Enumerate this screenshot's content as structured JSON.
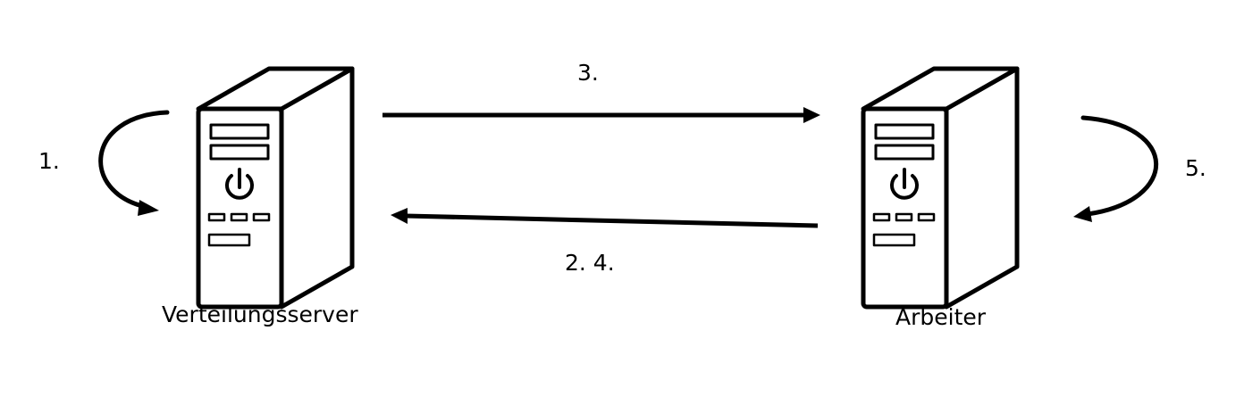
{
  "diagram": {
    "nodes": {
      "server": {
        "label": "Verteilungsserver",
        "icon": "server-tower-icon"
      },
      "worker": {
        "label": "Arbeiter",
        "icon": "server-tower-icon"
      }
    },
    "steps": {
      "step1": "1.",
      "step3": "3.",
      "step24": "2. 4.",
      "step5": "5."
    },
    "edges": [
      {
        "from": "server",
        "to": "server",
        "label": "1."
      },
      {
        "from": "server",
        "to": "worker",
        "label": "3."
      },
      {
        "from": "worker",
        "to": "server",
        "label": "2. 4."
      },
      {
        "from": "worker",
        "to": "worker",
        "label": "5."
      }
    ],
    "colors": {
      "stroke": "#000000",
      "background": "#ffffff"
    }
  }
}
